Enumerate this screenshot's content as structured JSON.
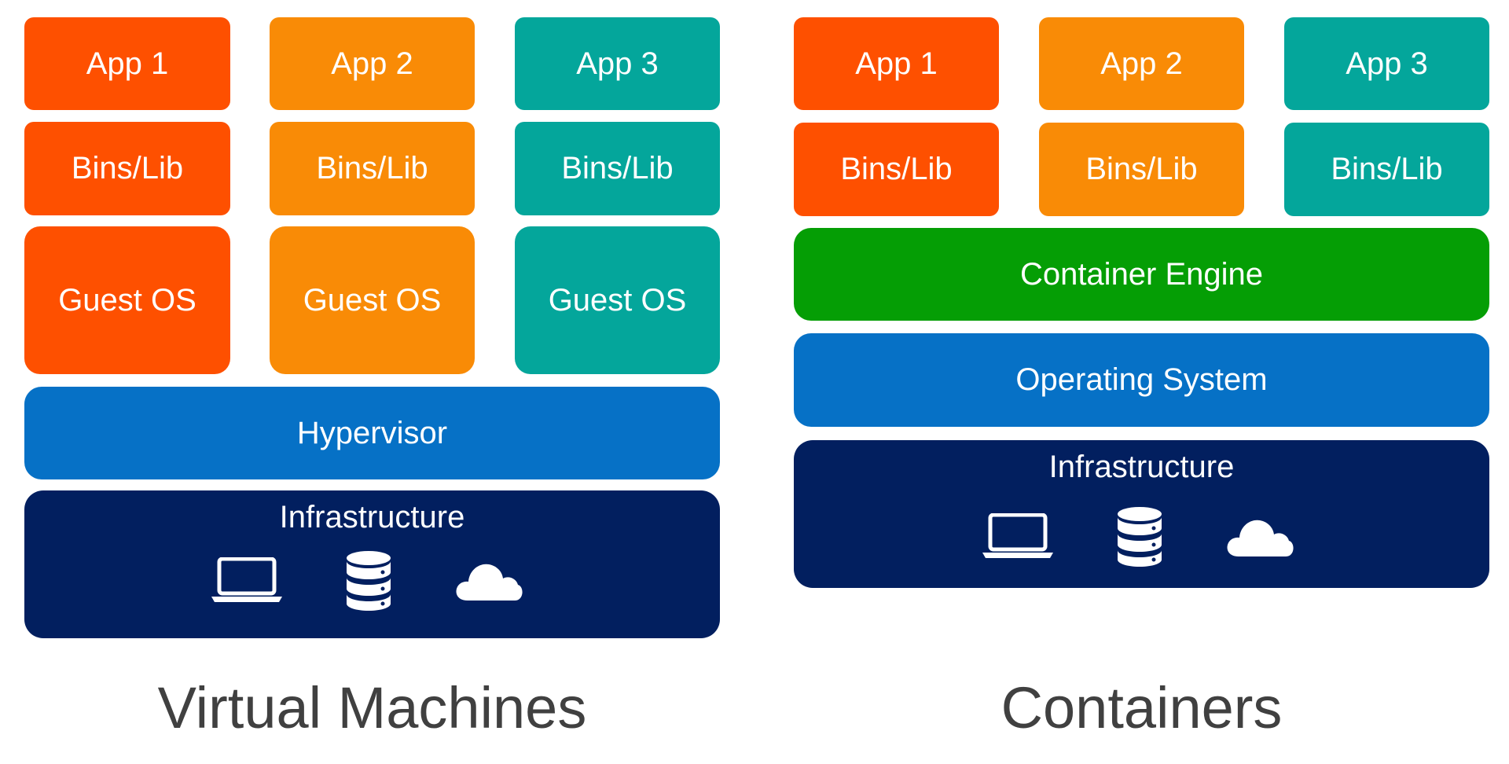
{
  "colors": {
    "app1": "#fe5000",
    "app2": "#f98b06",
    "app3": "#04a69b",
    "container_engine": "#059e05",
    "hypervisor": "#0671c6",
    "infrastructure": "#021f5f",
    "caption": "#404040"
  },
  "vm": {
    "apps": [
      "App 1",
      "App 2",
      "App 3"
    ],
    "bins": [
      "Bins/Lib",
      "Bins/Lib",
      "Bins/Lib"
    ],
    "guest_os": [
      "Guest OS",
      "Guest OS",
      "Guest OS"
    ],
    "hypervisor": "Hypervisor",
    "infrastructure": "Infrastructure",
    "icons": [
      "laptop-icon",
      "database-icon",
      "cloud-icon"
    ],
    "caption": "Virtual Machines"
  },
  "containers": {
    "apps": [
      "App 1",
      "App 2",
      "App 3"
    ],
    "bins": [
      "Bins/Lib",
      "Bins/Lib",
      "Bins/Lib"
    ],
    "container_engine": "Container Engine",
    "operating_system": "Operating System",
    "infrastructure": "Infrastructure",
    "icons": [
      "laptop-icon",
      "database-icon",
      "cloud-icon"
    ],
    "caption": "Containers"
  }
}
